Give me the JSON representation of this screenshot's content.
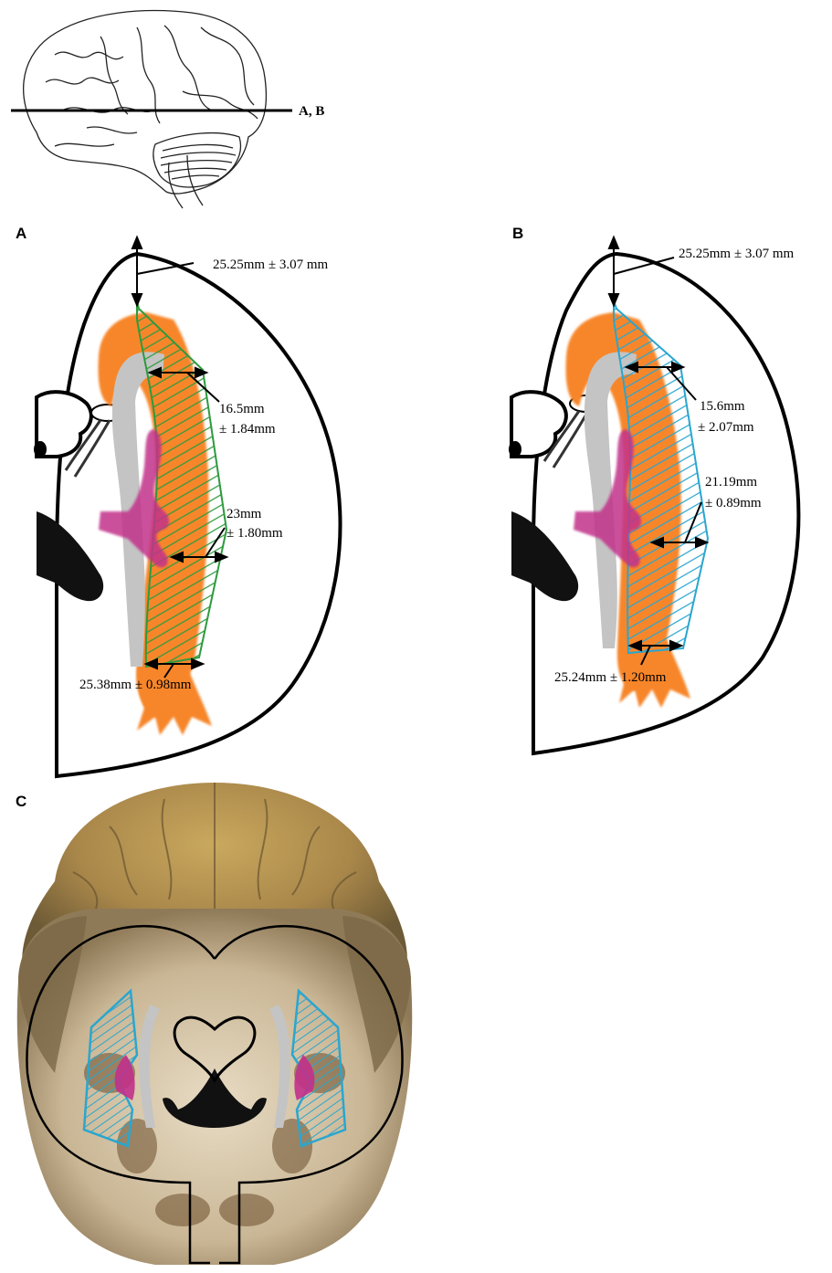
{
  "top_schematic": {
    "plane_label": "A, B"
  },
  "panels": {
    "a": {
      "letter": "A"
    },
    "b": {
      "letter": "B"
    },
    "c": {
      "letter": "C"
    }
  },
  "panel_a": {
    "top_measure": "25.25mm ± 3.07 mm",
    "m1_line1": "16.5mm",
    "m1_line2": "± 1.84mm",
    "m2_line1": "23mm",
    "m2_line2": "± 1.80mm",
    "bottom_measure": "25.38mm ± 0.98mm",
    "hatch_color": "#2e9a3e"
  },
  "panel_b": {
    "top_measure": "25.25mm ± 3.07 mm",
    "m1_line1": "15.6mm",
    "m1_line2": "± 2.07mm",
    "m2_line1": "21.19mm",
    "m2_line2": "± 0.89mm",
    "bottom_measure": "25.24mm ± 1.20mm",
    "hatch_color": "#2aa6cf"
  },
  "colors": {
    "tract_orange": "#f7862a",
    "ventricle_gray": "#c4c4c4",
    "nucleus_purple": "#c2308a",
    "outline": "#000000"
  }
}
